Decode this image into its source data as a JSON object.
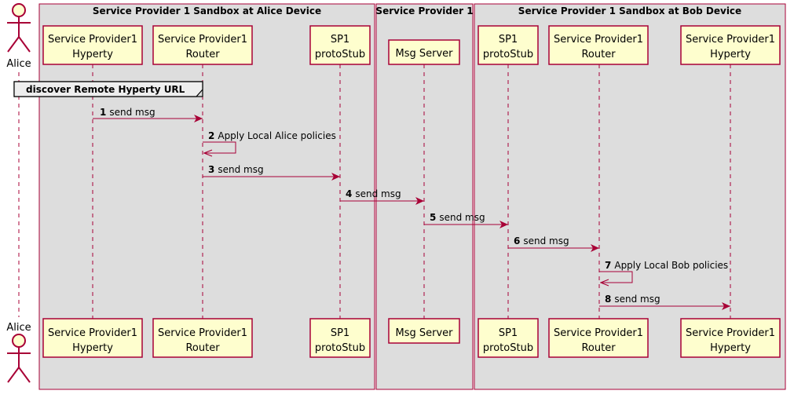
{
  "boxes": [
    {
      "id": "alice-sandbox",
      "title": "Service Provider 1 Sandbox at Alice Device"
    },
    {
      "id": "sp1",
      "title": "Service Provider 1"
    },
    {
      "id": "bob-sandbox",
      "title": "Service Provider 1 Sandbox at Bob Device"
    }
  ],
  "actor": {
    "label": "Alice"
  },
  "participants": [
    {
      "id": "alice-hyperty",
      "lines": [
        "Service Provider1",
        "Hyperty"
      ]
    },
    {
      "id": "alice-router",
      "lines": [
        "Service Provider1",
        "Router"
      ]
    },
    {
      "id": "alice-protostub",
      "lines": [
        "SP1",
        "protoStub"
      ]
    },
    {
      "id": "msg-server",
      "lines": [
        "Msg Server"
      ]
    },
    {
      "id": "bob-protostub",
      "lines": [
        "SP1",
        "protoStub"
      ]
    },
    {
      "id": "bob-router",
      "lines": [
        "Service Provider1",
        "Router"
      ]
    },
    {
      "id": "bob-hyperty",
      "lines": [
        "Service Provider1",
        "Hyperty"
      ]
    }
  ],
  "group": {
    "label": "discover Remote Hyperty URL"
  },
  "messages": [
    {
      "num": "1",
      "text": "send msg",
      "from": "alice-hyperty",
      "to": "alice-router"
    },
    {
      "num": "2",
      "text": "Apply Local Alice policies",
      "from": "alice-router",
      "to": "alice-router"
    },
    {
      "num": "3",
      "text": "send msg",
      "from": "alice-router",
      "to": "alice-protostub"
    },
    {
      "num": "4",
      "text": "send msg",
      "from": "alice-protostub",
      "to": "msg-server"
    },
    {
      "num": "5",
      "text": "send msg",
      "from": "msg-server",
      "to": "bob-protostub"
    },
    {
      "num": "6",
      "text": "send msg",
      "from": "bob-protostub",
      "to": "bob-router"
    },
    {
      "num": "7",
      "text": "Apply Local Bob policies",
      "from": "bob-router",
      "to": "bob-router"
    },
    {
      "num": "8",
      "text": "send msg",
      "from": "bob-router",
      "to": "bob-hyperty"
    }
  ],
  "colors": {
    "box_fill": "#dddddd",
    "box_border": "#a80036",
    "participant_fill": "#fefece",
    "participant_border": "#a80036",
    "arrow": "#a80036",
    "lifeline": "#a80036",
    "group_fill": "#eeeeee",
    "group_border": "#000000"
  }
}
